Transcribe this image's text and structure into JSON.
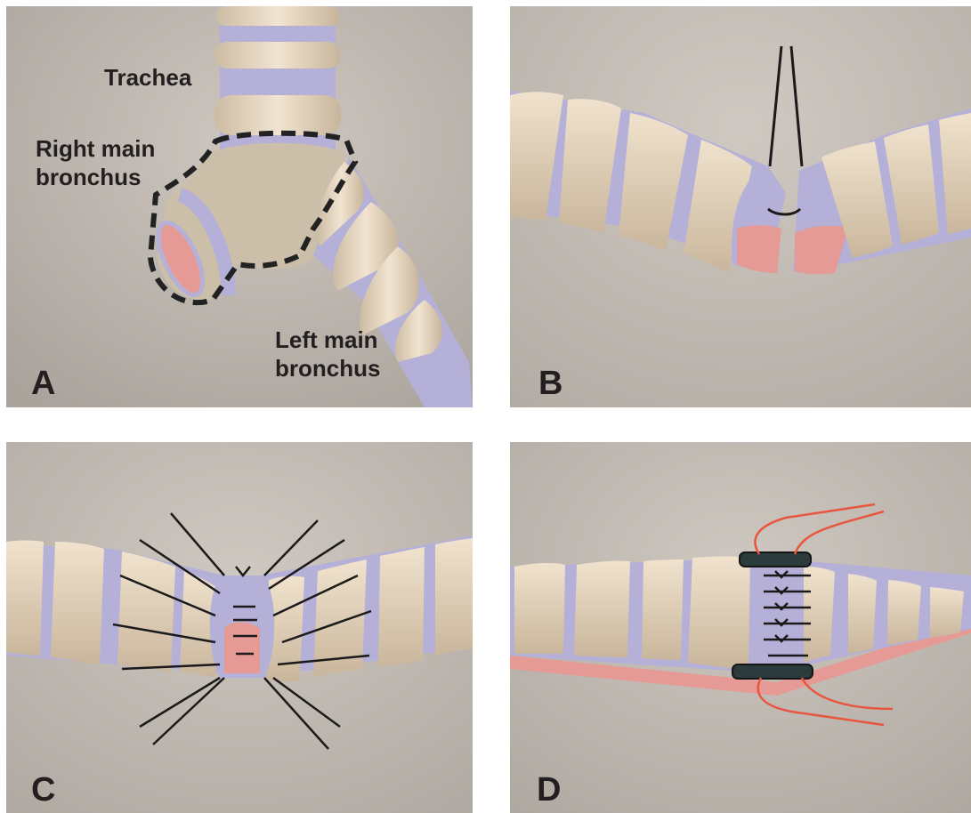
{
  "panels": [
    {
      "letter": "A",
      "labels": {
        "trachea": "Trachea",
        "right_bronchus": [
          "Right main",
          "bronchus"
        ],
        "left_bronchus": [
          "Left main",
          "bronchus"
        ]
      }
    },
    {
      "letter": "B"
    },
    {
      "letter": "C"
    },
    {
      "letter": "D"
    }
  ],
  "colors": {
    "background": "#c4bdb6",
    "cartilage": "#e7d8c3",
    "membrane": "#b4b0d8",
    "mucosa": "#e69a96",
    "suture": "#1a1a1a",
    "pledget_suture": "#e8563f",
    "outline": "#222222"
  }
}
